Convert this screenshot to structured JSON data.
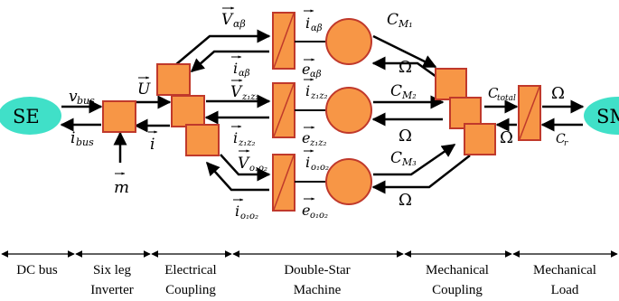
{
  "colors": {
    "block_fill": "#F79646",
    "block_stroke": "#C0392B",
    "source_fill": "#40E0C8",
    "line": "#000000"
  },
  "nodes": {
    "se": "SE",
    "sm": "SM"
  },
  "labels": {
    "v_bus": "v",
    "v_bus_sub": "bus",
    "i_bus": "i",
    "i_bus_sub": "bus",
    "u": "U",
    "i": "i",
    "m": "m",
    "v1": "V",
    "v1_sub": "αβ",
    "i1_top": "i",
    "i1_top_sub": "αβ",
    "i1_bot": "i",
    "i1_bot_sub": "αβ",
    "e1": "e",
    "e1_sub": "αβ",
    "v2": "V",
    "v2_sub": "z₁z₂",
    "i2_top": "i",
    "i2_top_sub": "z₁z₂",
    "i2_bot": "i",
    "i2_bot_sub": "z₁z₂",
    "e2": "e",
    "e2_sub": "z₁z₂",
    "v3": "V",
    "v3_sub": "o₁o₂",
    "i3_top": "i",
    "i3_top_sub": "o₁o₂",
    "i3_bot": "i",
    "i3_bot_sub": "o₁o₂",
    "e3": "e",
    "e3_sub": "o₁o₂",
    "c1": "C",
    "c1_sub": "M₁",
    "c2": "C",
    "c2_sub": "M₂",
    "c3": "C",
    "c3_sub": "M₃",
    "omega1": "Ω",
    "omega2": "Ω",
    "omega3": "Ω",
    "omega4": "Ω",
    "omega5": "Ω",
    "c_total": "C",
    "c_total_sub": "total",
    "c_r": "C",
    "c_r_sub": "r"
  },
  "sections": [
    {
      "line1": "DC bus",
      "line2": ""
    },
    {
      "line1": "Six leg",
      "line2": "Inverter"
    },
    {
      "line1": "Electrical",
      "line2": "Coupling"
    },
    {
      "line1": "Double-Star",
      "line2": "Machine"
    },
    {
      "line1": "Mechanical",
      "line2": "Coupling"
    },
    {
      "line1": "Mechanical",
      "line2": "Load"
    }
  ]
}
